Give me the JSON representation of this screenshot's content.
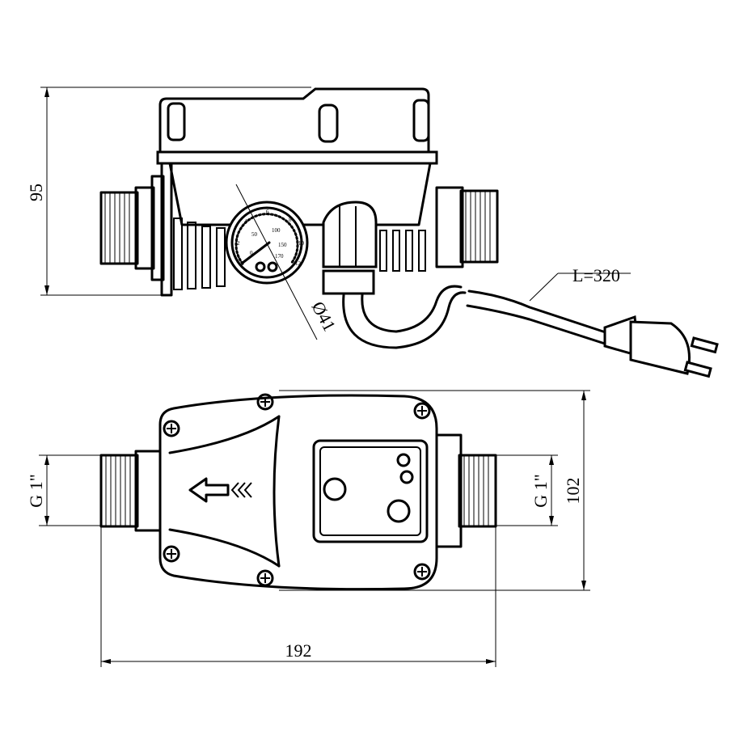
{
  "dimensions": {
    "height_top": "95",
    "gauge_diameter": "Ø41",
    "cable_length": "L=320",
    "thread_left": "G 1\"",
    "thread_right": "G 1\"",
    "height_bottom": "102",
    "length": "192"
  },
  "gauge": {
    "outer_scale": [
      "0",
      "2",
      "4",
      "6",
      "8",
      "10",
      "12"
    ],
    "inner_scale": [
      "0",
      "50",
      "100",
      "150",
      "170"
    ]
  }
}
